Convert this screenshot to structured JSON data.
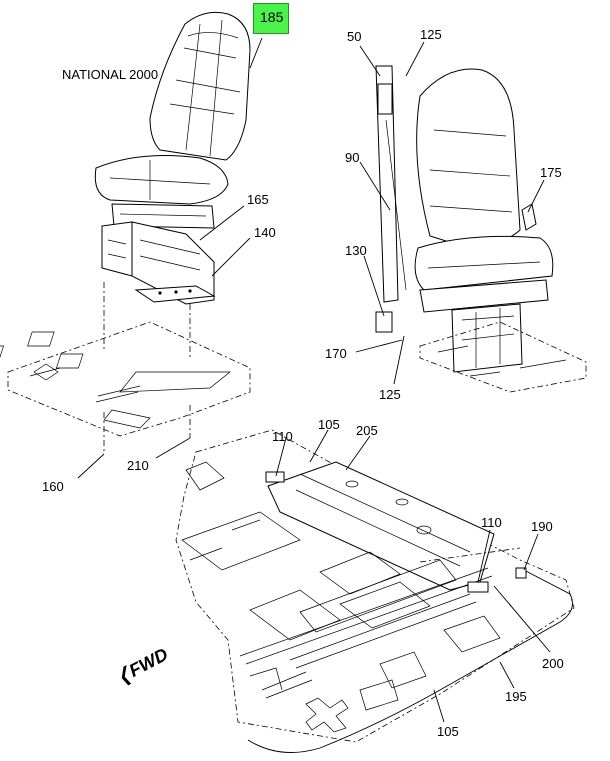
{
  "highlight_color": "#4cf24c",
  "seat_model": "NATIONAL 2000",
  "direction": "FWD",
  "callouts": {
    "c185": "185",
    "c165": "165",
    "c140": "140",
    "c160": "160",
    "c210": "210",
    "c50": "50",
    "c125_top": "125",
    "c90": "90",
    "c175": "175",
    "c130": "130",
    "c170": "170",
    "c125_bottom": "125",
    "c110_left": "110",
    "c105_top": "105",
    "c205": "205",
    "c110_right": "110",
    "c190": "190",
    "c200": "200",
    "c195": "195",
    "c105_bottom": "105"
  }
}
